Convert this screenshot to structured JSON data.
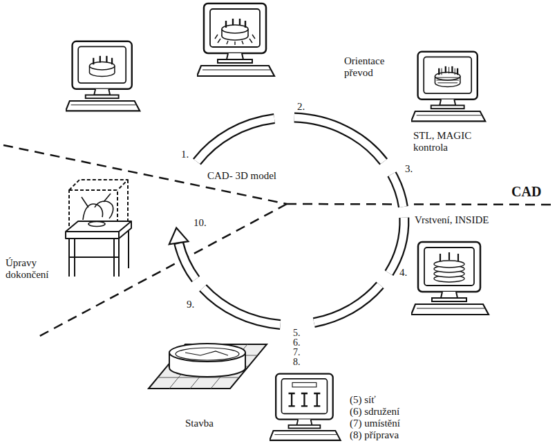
{
  "diagram": {
    "labels": [
      "CAD- 3D model",
      "1.",
      "Orientace převod",
      "2.",
      "STL, MAGIC kontrola",
      "3.",
      "CAD",
      "Vrstvení, INSIDE",
      "4.",
      "10.",
      "Úpravy dokončení",
      "9.",
      "5.",
      "6.",
      "7.",
      "8.",
      "(5) síť",
      "(6) sdružení",
      "(7) umístění",
      "(8) příprava",
      "Stavba"
    ]
  }
}
